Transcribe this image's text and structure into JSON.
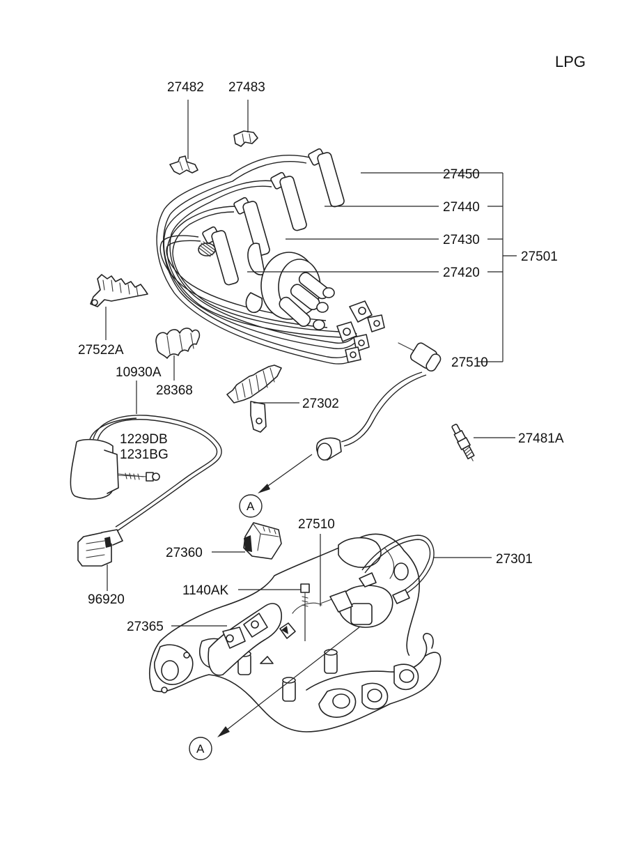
{
  "variant": "LPG",
  "callouts": [
    {
      "id": "27482",
      "text": "27482"
    },
    {
      "id": "27483",
      "text": "27483"
    },
    {
      "id": "27450",
      "text": "27450"
    },
    {
      "id": "27440",
      "text": "27440"
    },
    {
      "id": "27430",
      "text": "27430"
    },
    {
      "id": "27420",
      "text": "27420"
    },
    {
      "id": "27501",
      "text": "27501"
    },
    {
      "id": "27510-top",
      "text": "27510"
    },
    {
      "id": "27522A",
      "text": "27522A"
    },
    {
      "id": "28368",
      "text": "28368"
    },
    {
      "id": "27302",
      "text": "27302"
    },
    {
      "id": "27481A",
      "text": "27481A"
    },
    {
      "id": "10930A",
      "text": "10930A"
    },
    {
      "id": "1229DB",
      "text": "1229DB"
    },
    {
      "id": "1231BG",
      "text": "1231BG"
    },
    {
      "id": "27510-mid",
      "text": "27510"
    },
    {
      "id": "27360",
      "text": "27360"
    },
    {
      "id": "27301",
      "text": "27301"
    },
    {
      "id": "1140AK",
      "text": "1140AK"
    },
    {
      "id": "27365",
      "text": "27365"
    },
    {
      "id": "96920",
      "text": "96920"
    }
  ],
  "reference_markers": [
    {
      "id": "marker-a-upper",
      "text": "A"
    },
    {
      "id": "marker-a-lower",
      "text": "A"
    }
  ]
}
